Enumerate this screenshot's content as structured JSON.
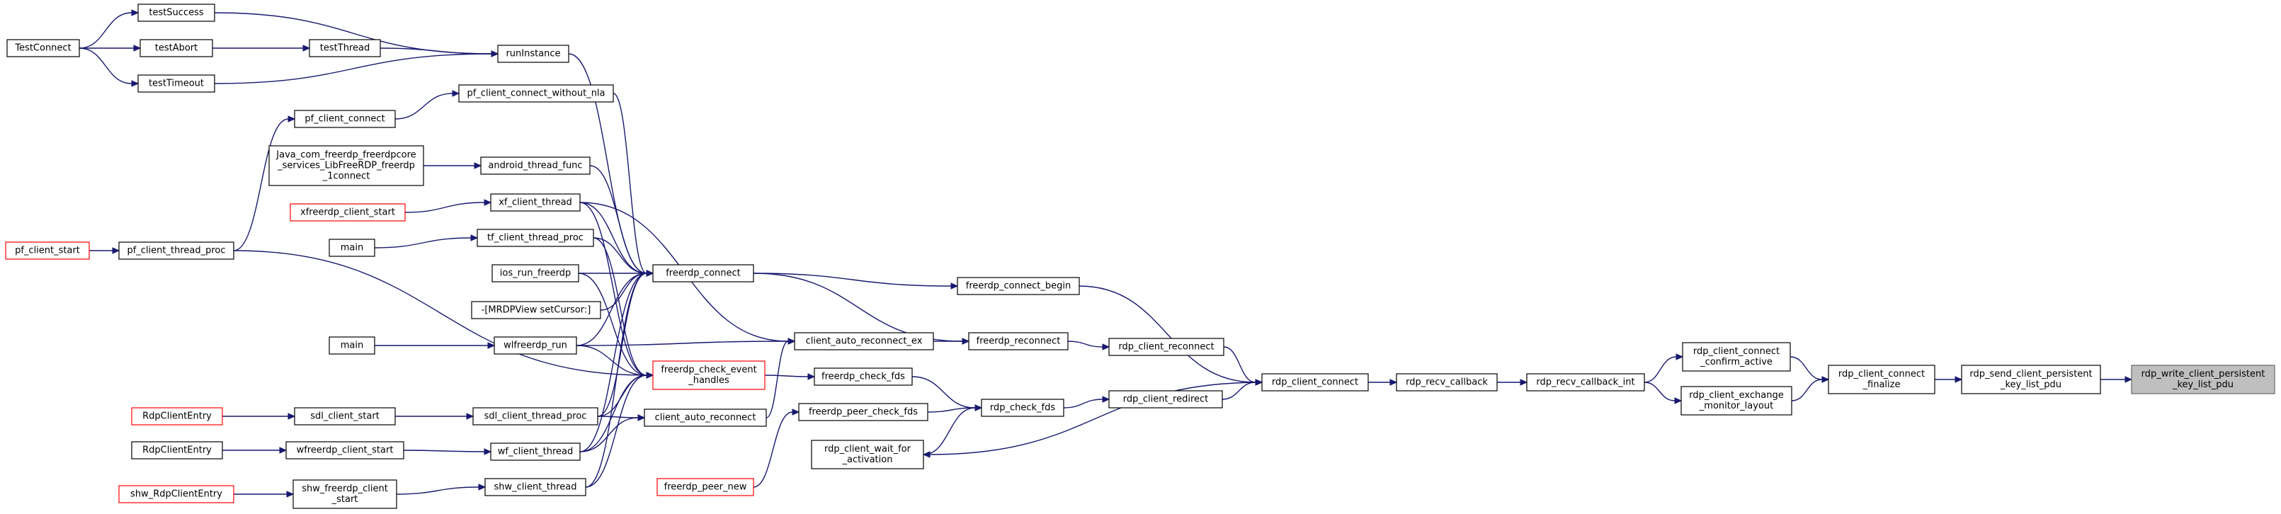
{
  "nodes": [
    {
      "id": "TestConnect",
      "lines": [
        "TestConnect"
      ]
    },
    {
      "id": "testSuccess",
      "lines": [
        "testSuccess"
      ]
    },
    {
      "id": "testAbort",
      "lines": [
        "testAbort"
      ]
    },
    {
      "id": "testTimeout",
      "lines": [
        "testTimeout"
      ]
    },
    {
      "id": "testThread",
      "lines": [
        "testThread"
      ]
    },
    {
      "id": "runInstance",
      "lines": [
        "runInstance"
      ]
    },
    {
      "id": "pf_client_connect",
      "lines": [
        "pf_client_connect"
      ]
    },
    {
      "id": "pf_client_connect_without_nla",
      "lines": [
        "pf_client_connect_without_nla"
      ]
    },
    {
      "id": "java_connect",
      "lines": [
        "Java_com_freerdp_freerdpcore",
        "_services_LibFreeRDP_freerdp",
        "_1connect"
      ]
    },
    {
      "id": "android_thread_func",
      "lines": [
        "android_thread_func"
      ]
    },
    {
      "id": "pf_client_start",
      "lines": [
        "pf_client_start"
      ],
      "red": true
    },
    {
      "id": "pf_client_thread_proc",
      "lines": [
        "pf_client_thread_proc"
      ]
    },
    {
      "id": "xfreerdp_client_start",
      "lines": [
        "xfreerdp_client_start"
      ],
      "red": true
    },
    {
      "id": "xf_client_thread",
      "lines": [
        "xf_client_thread"
      ]
    },
    {
      "id": "main1",
      "lines": [
        "main"
      ]
    },
    {
      "id": "tf_client_thread_proc",
      "lines": [
        "tf_client_thread_proc"
      ]
    },
    {
      "id": "ios_run_freerdp",
      "lines": [
        "ios_run_freerdp"
      ]
    },
    {
      "id": "mrdp_setcursor",
      "lines": [
        "-[MRDPView setCursor:]"
      ]
    },
    {
      "id": "main2",
      "lines": [
        "main"
      ]
    },
    {
      "id": "wlfreerdp_run",
      "lines": [
        "wlfreerdp_run"
      ]
    },
    {
      "id": "freerdp_connect",
      "lines": [
        "freerdp_connect"
      ]
    },
    {
      "id": "freerdp_check_event_handles",
      "lines": [
        "freerdp_check_event",
        "_handles"
      ],
      "red": true
    },
    {
      "id": "RdpClientEntry1",
      "lines": [
        "RdpClientEntry"
      ],
      "red": true
    },
    {
      "id": "sdl_client_start",
      "lines": [
        "sdl_client_start"
      ]
    },
    {
      "id": "sdl_client_thread_proc",
      "lines": [
        "sdl_client_thread_proc"
      ]
    },
    {
      "id": "RdpClientEntry2",
      "lines": [
        "RdpClientEntry"
      ]
    },
    {
      "id": "wfreerdp_client_start",
      "lines": [
        "wfreerdp_client_start"
      ]
    },
    {
      "id": "wf_client_thread",
      "lines": [
        "wf_client_thread"
      ]
    },
    {
      "id": "shw_RdpClientEntry",
      "lines": [
        "shw_RdpClientEntry"
      ],
      "red": true
    },
    {
      "id": "shw_freerdp_client_start",
      "lines": [
        "shw_freerdp_client",
        "_start"
      ]
    },
    {
      "id": "shw_client_thread",
      "lines": [
        "shw_client_thread"
      ]
    },
    {
      "id": "client_auto_reconnect_ex",
      "lines": [
        "client_auto_reconnect_ex"
      ]
    },
    {
      "id": "client_auto_reconnect",
      "lines": [
        "client_auto_reconnect"
      ]
    },
    {
      "id": "freerdp_check_fds",
      "lines": [
        "freerdp_check_fds"
      ]
    },
    {
      "id": "freerdp_peer_check_fds",
      "lines": [
        "freerdp_peer_check_fds"
      ]
    },
    {
      "id": "rdp_client_wait_for_activation",
      "lines": [
        "rdp_client_wait_for",
        "_activation"
      ]
    },
    {
      "id": "freerdp_peer_new",
      "lines": [
        "freerdp_peer_new"
      ],
      "red": true
    },
    {
      "id": "freerdp_connect_begin",
      "lines": [
        "freerdp_connect_begin"
      ]
    },
    {
      "id": "freerdp_reconnect",
      "lines": [
        "freerdp_reconnect"
      ]
    },
    {
      "id": "rdp_check_fds",
      "lines": [
        "rdp_check_fds"
      ]
    },
    {
      "id": "rdp_client_reconnect",
      "lines": [
        "rdp_client_reconnect"
      ]
    },
    {
      "id": "rdp_client_redirect",
      "lines": [
        "rdp_client_redirect"
      ]
    },
    {
      "id": "rdp_client_connect",
      "lines": [
        "rdp_client_connect"
      ]
    },
    {
      "id": "rdp_recv_callback",
      "lines": [
        "rdp_recv_callback"
      ]
    },
    {
      "id": "rdp_recv_callback_int",
      "lines": [
        "rdp_recv_callback_int"
      ]
    },
    {
      "id": "rdp_client_connect_confirm_active",
      "lines": [
        "rdp_client_connect",
        "_confirm_active"
      ]
    },
    {
      "id": "rdp_client_exchange_monitor_layout",
      "lines": [
        "rdp_client_exchange",
        "_monitor_layout"
      ]
    },
    {
      "id": "rdp_client_connect_finalize",
      "lines": [
        "rdp_client_connect",
        "_finalize"
      ]
    },
    {
      "id": "rdp_send_client_persistent_key_list_pdu",
      "lines": [
        "rdp_send_client_persistent",
        "_key_list_pdu"
      ]
    },
    {
      "id": "rdp_write_client_persistent_key_list_pdu",
      "lines": [
        "rdp_write_client_persistent",
        "_key_list_pdu"
      ],
      "current": true
    }
  ],
  "edges": [
    [
      "TestConnect",
      "testSuccess"
    ],
    [
      "TestConnect",
      "testAbort"
    ],
    [
      "TestConnect",
      "testTimeout"
    ],
    [
      "testAbort",
      "testThread"
    ],
    [
      "testSuccess",
      "runInstance"
    ],
    [
      "testThread",
      "runInstance"
    ],
    [
      "testTimeout",
      "runInstance"
    ],
    [
      "pf_client_connect",
      "pf_client_connect_without_nla"
    ],
    [
      "pf_client_start",
      "pf_client_thread_proc"
    ],
    [
      "pf_client_thread_proc",
      "pf_client_connect"
    ],
    [
      "java_connect",
      "android_thread_func"
    ],
    [
      "xfreerdp_client_start",
      "xf_client_thread"
    ],
    [
      "main1",
      "tf_client_thread_proc"
    ],
    [
      "main2",
      "wlfreerdp_run"
    ],
    [
      "RdpClientEntry1",
      "sdl_client_start"
    ],
    [
      "sdl_client_start",
      "sdl_client_thread_proc"
    ],
    [
      "RdpClientEntry2",
      "wfreerdp_client_start"
    ],
    [
      "wfreerdp_client_start",
      "wf_client_thread"
    ],
    [
      "shw_RdpClientEntry",
      "shw_freerdp_client_start"
    ],
    [
      "shw_freerdp_client_start",
      "shw_client_thread"
    ],
    [
      "runInstance",
      "freerdp_connect"
    ],
    [
      "pf_client_connect_without_nla",
      "freerdp_connect"
    ],
    [
      "android_thread_func",
      "freerdp_connect"
    ],
    [
      "xf_client_thread",
      "freerdp_connect"
    ],
    [
      "tf_client_thread_proc",
      "freerdp_connect"
    ],
    [
      "ios_run_freerdp",
      "freerdp_connect"
    ],
    [
      "mrdp_setcursor",
      "freerdp_connect"
    ],
    [
      "wlfreerdp_run",
      "freerdp_connect"
    ],
    [
      "sdl_client_thread_proc",
      "freerdp_connect"
    ],
    [
      "wf_client_thread",
      "freerdp_connect"
    ],
    [
      "shw_client_thread",
      "freerdp_connect"
    ],
    [
      "pf_client_thread_proc",
      "freerdp_check_event_handles"
    ],
    [
      "xf_client_thread",
      "freerdp_check_event_handles"
    ],
    [
      "tf_client_thread_proc",
      "freerdp_check_event_handles"
    ],
    [
      "ios_run_freerdp",
      "freerdp_check_event_handles"
    ],
    [
      "wlfreerdp_run",
      "freerdp_check_event_handles"
    ],
    [
      "sdl_client_thread_proc",
      "freerdp_check_event_handles"
    ],
    [
      "wf_client_thread",
      "freerdp_check_event_handles"
    ],
    [
      "shw_client_thread",
      "freerdp_check_event_handles"
    ],
    [
      "xf_client_thread",
      "client_auto_reconnect_ex"
    ],
    [
      "wlfreerdp_run",
      "client_auto_reconnect_ex"
    ],
    [
      "client_auto_reconnect",
      "client_auto_reconnect_ex"
    ],
    [
      "sdl_client_thread_proc",
      "client_auto_reconnect"
    ],
    [
      "wf_client_thread",
      "client_auto_reconnect"
    ],
    [
      "freerdp_check_event_handles",
      "freerdp_check_fds"
    ],
    [
      "freerdp_peer_new",
      "freerdp_peer_check_fds"
    ],
    [
      "freerdp_connect",
      "freerdp_connect_begin"
    ],
    [
      "freerdp_connect",
      "freerdp_reconnect"
    ],
    [
      "client_auto_reconnect_ex",
      "freerdp_reconnect"
    ],
    [
      "freerdp_check_fds",
      "rdp_check_fds"
    ],
    [
      "freerdp_peer_check_fds",
      "rdp_check_fds"
    ],
    [
      "rdp_client_wait_for_activation",
      "rdp_check_fds"
    ],
    [
      "freerdp_reconnect",
      "rdp_client_reconnect"
    ],
    [
      "rdp_check_fds",
      "rdp_client_redirect"
    ],
    [
      "freerdp_connect_begin",
      "rdp_client_connect"
    ],
    [
      "rdp_client_reconnect",
      "rdp_client_connect"
    ],
    [
      "rdp_client_redirect",
      "rdp_client_connect"
    ],
    [
      "rdp_client_connect",
      "rdp_client_wait_for_activation"
    ],
    [
      "rdp_client_connect",
      "rdp_recv_callback"
    ],
    [
      "rdp_recv_callback",
      "rdp_recv_callback_int"
    ],
    [
      "rdp_recv_callback_int",
      "rdp_client_connect_confirm_active"
    ],
    [
      "rdp_recv_callback_int",
      "rdp_client_exchange_monitor_layout"
    ],
    [
      "rdp_client_connect_confirm_active",
      "rdp_client_connect_finalize"
    ],
    [
      "rdp_client_exchange_monitor_layout",
      "rdp_client_connect_finalize"
    ],
    [
      "rdp_client_connect_finalize",
      "rdp_send_client_persistent_key_list_pdu"
    ],
    [
      "rdp_send_client_persistent_key_list_pdu",
      "rdp_write_client_persistent_key_list_pdu"
    ]
  ]
}
